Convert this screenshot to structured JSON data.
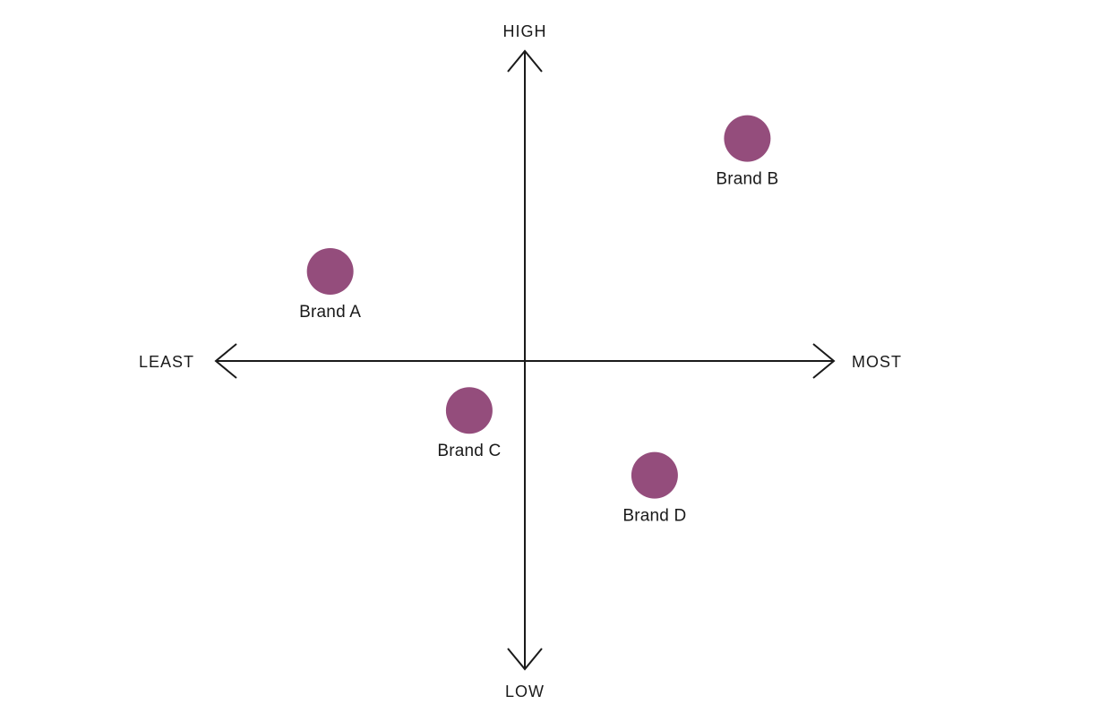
{
  "chart_data": {
    "type": "scatter",
    "subtype": "quadrant-perceptual-map",
    "title": "",
    "axis_labels": {
      "top": "HIGH",
      "bottom": "LOW",
      "left": "LEAST",
      "right": "MOST"
    },
    "x_range": [
      -1,
      1
    ],
    "y_range": [
      -1,
      1
    ],
    "grid": false,
    "legend": false,
    "marker_color": "#944d7c",
    "marker_radius": 26,
    "points": [
      {
        "label": "Brand A",
        "x": -0.63,
        "y": 0.29
      },
      {
        "label": "Brand B",
        "x": 0.72,
        "y": 0.72
      },
      {
        "label": "Brand C",
        "x": -0.18,
        "y": -0.16
      },
      {
        "label": "Brand D",
        "x": 0.42,
        "y": -0.37
      }
    ]
  },
  "colors": {
    "axis": "#1a1a1a",
    "text": "#1a1a1a",
    "background": "#ffffff"
  }
}
